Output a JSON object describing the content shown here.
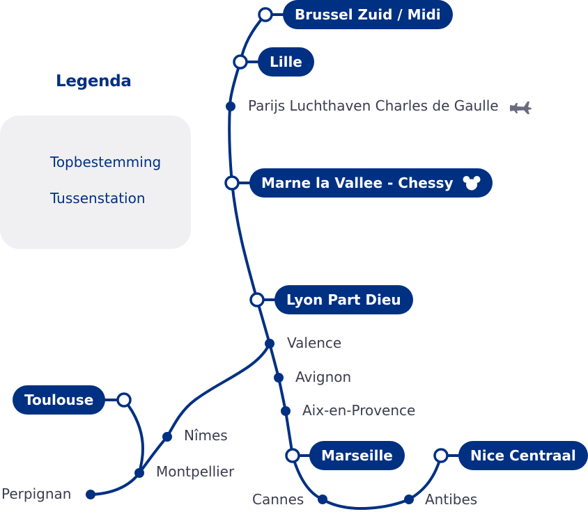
{
  "legend": {
    "title": "Legenda",
    "items": [
      {
        "label": "Topbestemming",
        "marker": "open-circle"
      },
      {
        "label": "Tussenstation",
        "marker": "filled-dot"
      }
    ]
  },
  "colors": {
    "line": "#003082",
    "pill_bg": "#003082",
    "pill_text": "#ffffff",
    "stop_text": "#3c3c50",
    "legend_bg": "#f0f0f2",
    "icon_gray": "#6b6b80"
  },
  "top_destinations": [
    {
      "name": "Brussel Zuid / Midi"
    },
    {
      "name": "Lille"
    },
    {
      "name": "Marne la Vallee - Chessy",
      "icon": "mickey-mouse-icon"
    },
    {
      "name": "Lyon Part Dieu"
    },
    {
      "name": "Marseille"
    },
    {
      "name": "Nice Centraal"
    },
    {
      "name": "Toulouse"
    }
  ],
  "intermediate_stations": [
    {
      "name": "Parijs Luchthaven Charles de Gaulle",
      "icon": "airplane-icon"
    },
    {
      "name": "Valence"
    },
    {
      "name": "Avignon"
    },
    {
      "name": "Aix-en-Provence"
    },
    {
      "name": "Nîmes"
    },
    {
      "name": "Montpellier"
    },
    {
      "name": "Perpignan"
    },
    {
      "name": "Cannes"
    },
    {
      "name": "Antibes"
    }
  ]
}
